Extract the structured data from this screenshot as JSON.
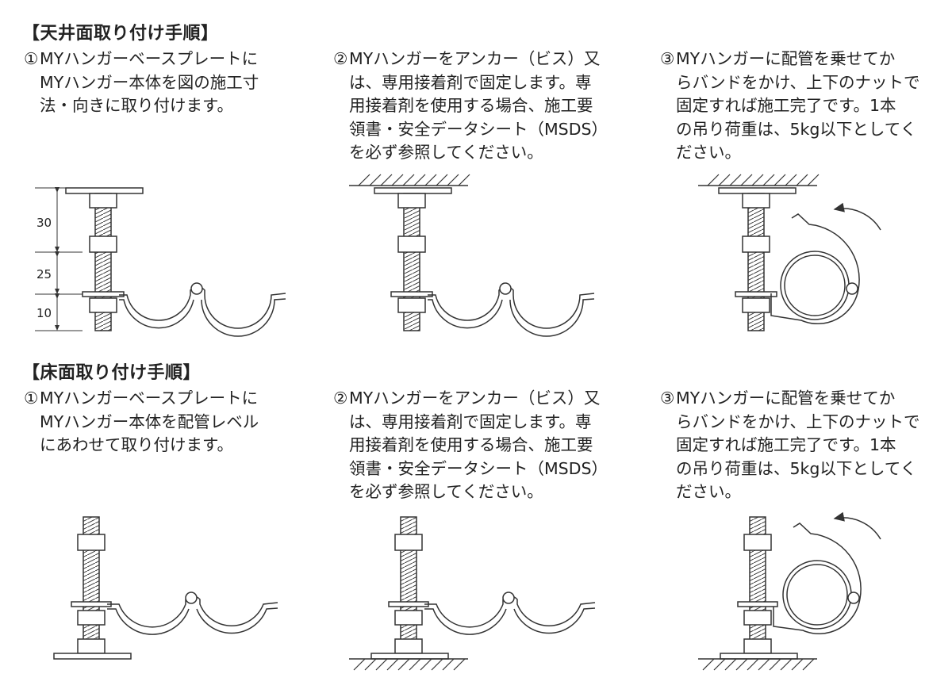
{
  "ceiling": {
    "heading": "【天井面取り付け手順】",
    "steps": [
      {
        "num": "①",
        "lines": [
          "MYハンガーベースプレートに",
          "MYハンガー本体を図の施工寸",
          "法・向きに取り付けます。"
        ]
      },
      {
        "num": "②",
        "lines": [
          "MYハンガーをアンカー（ビス）又",
          "は、専用接着剤で固定します。専",
          "用接着剤を使用する場合、施工要",
          "領書・安全データシート（MSDS）",
          "を必ず参照してください。"
        ]
      },
      {
        "num": "③",
        "lines": [
          "MYハンガーに配管を乗せてか",
          "らバンドをかけ、上下のナットで",
          "固定すれば施工完了です。1本",
          "の吊り荷重は、5kg以下としてく",
          "ださい。"
        ]
      }
    ],
    "dimensions": [
      "30",
      "25",
      "10"
    ]
  },
  "floor": {
    "heading": "【床面取り付け手順】",
    "steps": [
      {
        "num": "①",
        "lines": [
          "MYハンガーベースプレートに",
          "MYハンガー本体を配管レベル",
          "にあわせて取り付けます。"
        ]
      },
      {
        "num": "②",
        "lines": [
          "MYハンガーをアンカー（ビス）又",
          "は、専用接着剤で固定します。専",
          "用接着剤を使用する場合、施工要",
          "領書・安全データシート（MSDS）",
          "を必ず参照してください。"
        ]
      },
      {
        "num": "③",
        "lines": [
          "MYハンガーに配管を乗せてか",
          "らバンドをかけ、上下のナットで",
          "固定すれば施工完了です。1本",
          "の吊り荷重は、5kg以下としてく",
          "ださい。"
        ]
      }
    ]
  }
}
